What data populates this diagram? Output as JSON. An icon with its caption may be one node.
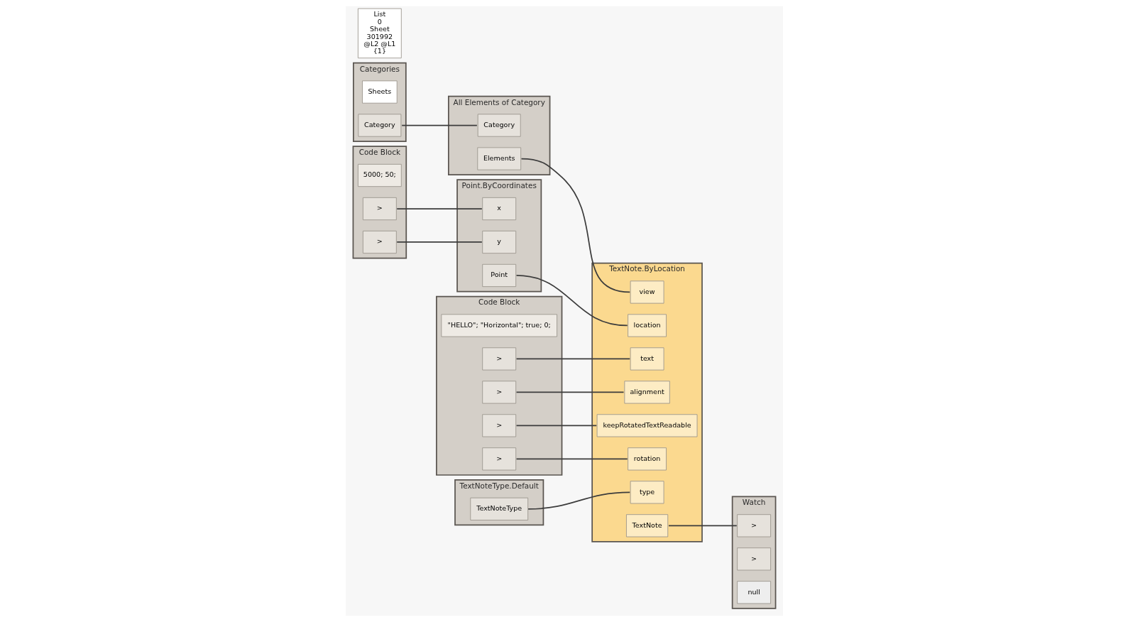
{
  "diagram": {
    "nodes": [
      {
        "text": [
          "Categories"
        ]
      },
      {
        "text": [
          "Sheets"
        ],
        "in": 0
      },
      {
        "text": [
          "Category"
        ],
        "in": 0
      },
      {
        "text": [
          "All Elements of Category"
        ]
      },
      {
        "text": [
          "Category"
        ],
        "in": 3
      },
      {
        "text": [
          "Elements"
        ],
        "in": 3
      },
      {
        "text": [
          "List",
          "0",
          "Sheet",
          "301992",
          "@L2 @L1",
          "{1}"
        ]
      },
      {
        "text": [
          "Code Block"
        ]
      },
      {
        "text": [
          "5000; 50;"
        ],
        "in": 7
      },
      {
        "text": [
          ">"
        ],
        "in": 7
      },
      {
        "text": [
          ">"
        ],
        "in": 7
      },
      {
        "text": [
          "Point.ByCoordinates"
        ]
      },
      {
        "text": [
          "x"
        ],
        "in": 11
      },
      {
        "text": [
          "y"
        ],
        "in": 11
      },
      {
        "text": [
          "Point"
        ],
        "in": 11
      },
      {
        "text": [
          "TextNote.ByLocation"
        ]
      },
      {
        "text": [
          "view"
        ],
        "in": 15
      },
      {
        "text": [
          "location"
        ],
        "in": 15
      },
      {
        "text": [
          "text"
        ],
        "in": 15
      },
      {
        "text": [
          "alignment"
        ],
        "in": 15
      },
      {
        "text": [
          "type"
        ],
        "in": 15
      },
      {
        "text": [
          "keepRotatedTextReadable"
        ],
        "in": 15
      },
      {
        "text": [
          "rotation"
        ],
        "in": 15
      },
      {
        "text": [
          "TextNote"
        ],
        "in": 15
      },
      {
        "text": [
          "Watch"
        ]
      },
      {
        "text": [
          ">"
        ],
        "in": 24
      },
      {
        "text": [
          ">"
        ],
        "in": 24
      },
      {
        "text": [
          "null"
        ],
        "in": 24
      },
      {
        "text": [
          "Code Block"
        ]
      },
      {
        "text": [
          "\"HELLO\"; \"Horizontal\"; true; 0;"
        ],
        "in": 28
      },
      {
        "text": [
          ">"
        ],
        "in": 28
      },
      {
        "text": [
          ">"
        ],
        "in": 28
      },
      {
        "text": [
          ">"
        ],
        "in": 28
      },
      {
        "text": [
          ">"
        ],
        "in": 28
      },
      {
        "text": [
          "TextNoteType.Default"
        ]
      },
      {
        "text": [
          "TextNoteType"
        ],
        "in": 34
      }
    ],
    "edges": [
      {
        "from": 2,
        "to": 4,
        "arrow": "none"
      },
      {
        "from": 5,
        "to": 16,
        "arrow": "none"
      },
      {
        "from": 9,
        "to": 12,
        "arrow": "none"
      },
      {
        "from": 10,
        "to": 13,
        "arrow": "none"
      },
      {
        "from": 14,
        "to": 17,
        "arrow": "none"
      },
      {
        "from": 30,
        "to": 18,
        "arrow": "none"
      },
      {
        "from": 31,
        "to": 19,
        "arrow": "none"
      },
      {
        "from": 32,
        "to": 21,
        "arrow": "none"
      },
      {
        "from": 33,
        "to": 22,
        "arrow": "none"
      },
      {
        "from": 35,
        "to": 20,
        "arrow": "none"
      },
      {
        "from": 23,
        "to": 25,
        "arrow": "none"
      }
    ]
  }
}
